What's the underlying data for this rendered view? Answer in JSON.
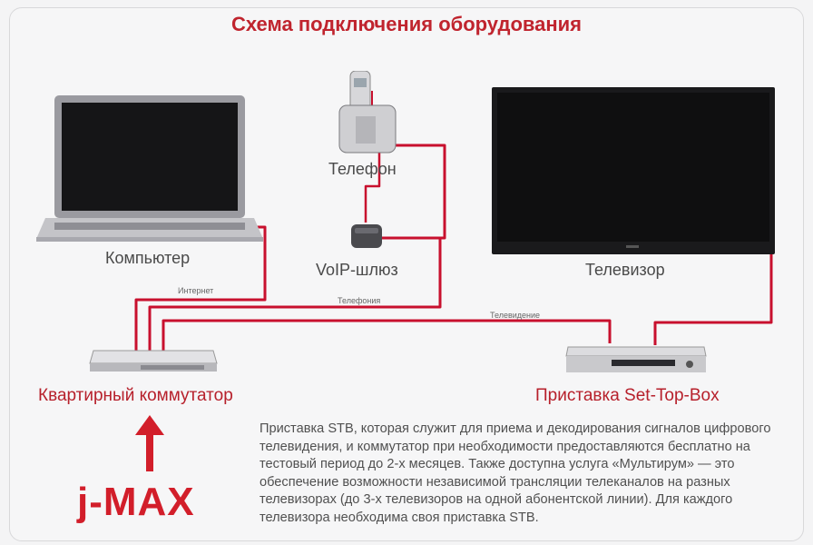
{
  "title": "Схема подключения оборудования",
  "devices": {
    "computer": "Компьютер",
    "phone": "Телефон",
    "voip": "VoIP-шлюз",
    "tv": "Телевизор",
    "switch": "Квартирный коммутатор",
    "stb": "Приставка Set-Top-Box"
  },
  "cables": {
    "internet": "Интернет",
    "telephony": "Телефония",
    "television": "Телевидение"
  },
  "description": "Приставка STB, которая служит для приема и декодирования сигналов цифрового телевидения, и коммутатор при необходимости предоставляются бесплатно на тестовый период до 2-х месяцев. Также доступна услуга «Мультирум» — это обеспечение возможности независимой трансляции телеканалов на разных телевизорах (до 3-х телевизоров на одной абонентской линии). Для каждого телевизора необходима своя приставка STB.",
  "brand": "j-MAX",
  "colors": {
    "accent": "#c0242e",
    "wire": "#c8102e"
  }
}
